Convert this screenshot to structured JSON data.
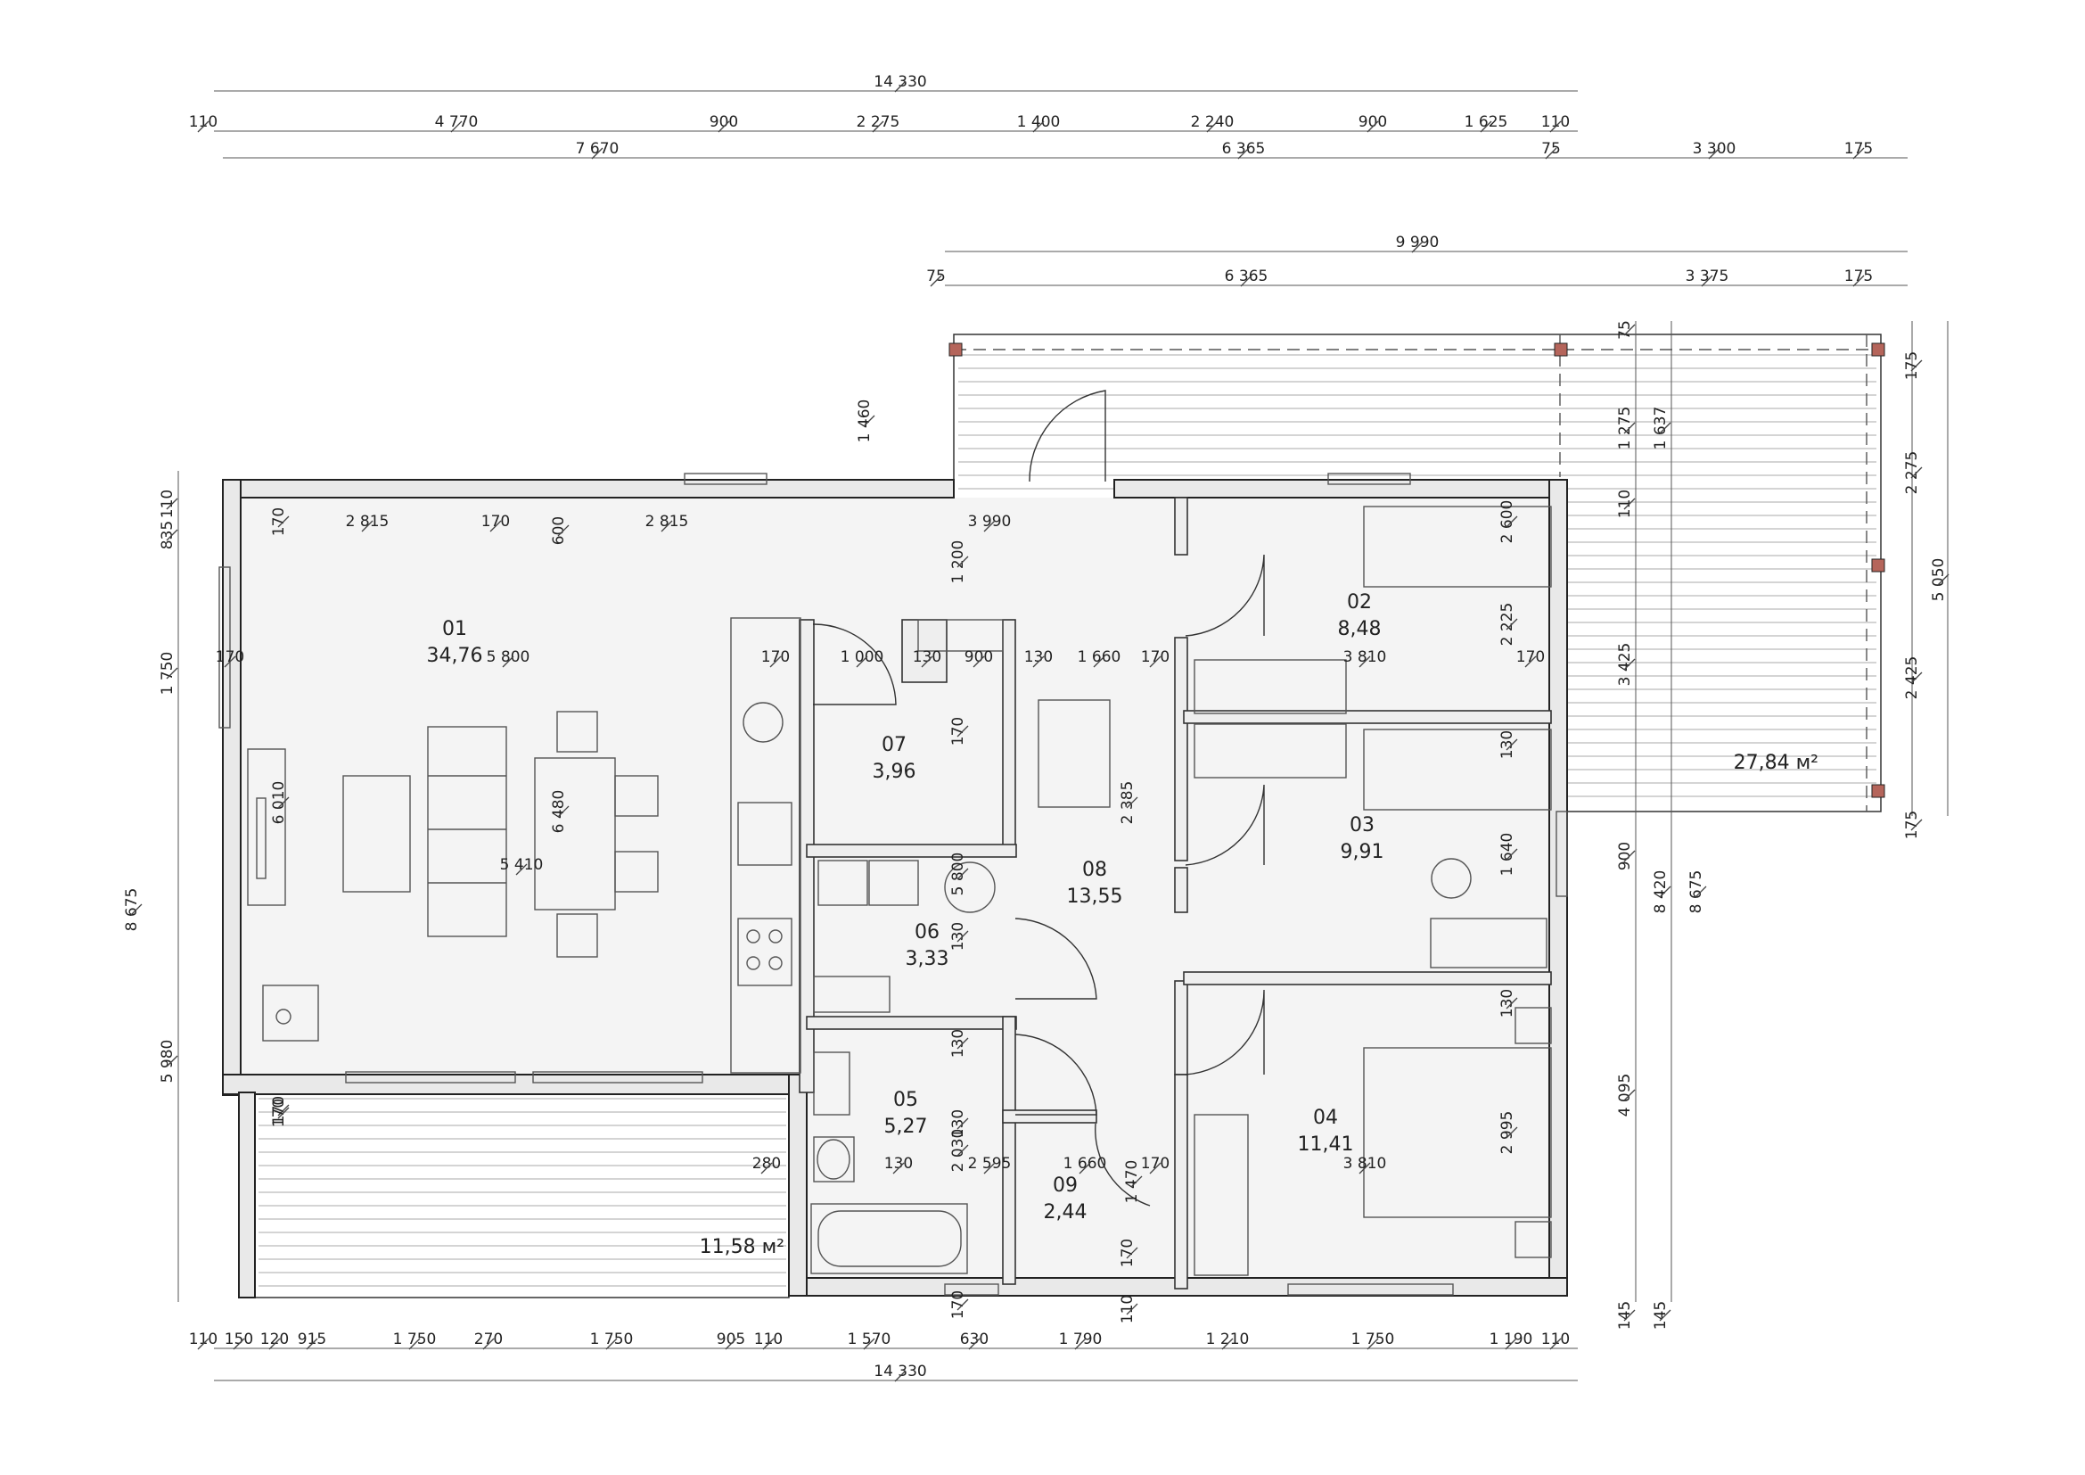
{
  "rooms": [
    {
      "number": "01",
      "area": "34,76"
    },
    {
      "number": "02",
      "area": "8,48"
    },
    {
      "number": "03",
      "area": "9,91"
    },
    {
      "number": "04",
      "area": "11,41"
    },
    {
      "number": "05",
      "area": "5,27"
    },
    {
      "number": "06",
      "area": "3,33"
    },
    {
      "number": "07",
      "area": "3,96"
    },
    {
      "number": "08",
      "area": "13,55"
    },
    {
      "number": "09",
      "area": "2,44"
    }
  ],
  "terraces": [
    {
      "area": "27,84 м²"
    },
    {
      "area": "11,58 м²"
    }
  ],
  "dimensions": {
    "top_overall": "14 330",
    "top_row1": [
      "110",
      "4 770",
      "900",
      "2 275",
      "1 400",
      "2 240",
      "900",
      "1 625",
      "110"
    ],
    "top_row2": [
      "7 670",
      "6 365",
      "75",
      "3 300",
      "175"
    ],
    "terrace_overall": "9 990",
    "terrace_row": [
      "75",
      "6 365",
      "3 375",
      "175"
    ],
    "bottom_row": [
      "110",
      "150",
      "120",
      "915",
      "1 750",
      "270",
      "1 750",
      "905",
      "110",
      "1 570",
      "630",
      "1 790",
      "1 210",
      "1 750",
      "1 190",
      "110"
    ],
    "bottom_overall": "14 330",
    "left_col": [
      "835",
      "110",
      "1 750",
      "6 010",
      "5 980",
      "8 675",
      "170"
    ],
    "right_col": [
      "75",
      "1 275",
      "110",
      "3 425",
      "900",
      "4 095",
      "145",
      "8 420",
      "1 637",
      "8 675",
      "175",
      "2 275",
      "5 050",
      "2 425",
      "175",
      "145"
    ],
    "interior": [
      "1 460",
      "170",
      "2 815",
      "170",
      "600",
      "2 815",
      "3 990",
      "1 200",
      "170",
      "5 800",
      "170",
      "1 000",
      "130",
      "900",
      "130",
      "1 660",
      "170",
      "3 810",
      "170",
      "2 225",
      "170",
      "2 385",
      "6 480",
      "5 410",
      "5 800",
      "130",
      "130",
      "1 640",
      "2 600",
      "130",
      "130",
      "2 595",
      "130",
      "2 030",
      "280",
      "1 660",
      "170",
      "1 470",
      "170",
      "3 810",
      "2 995",
      "130",
      "170",
      "170",
      "110"
    ]
  }
}
